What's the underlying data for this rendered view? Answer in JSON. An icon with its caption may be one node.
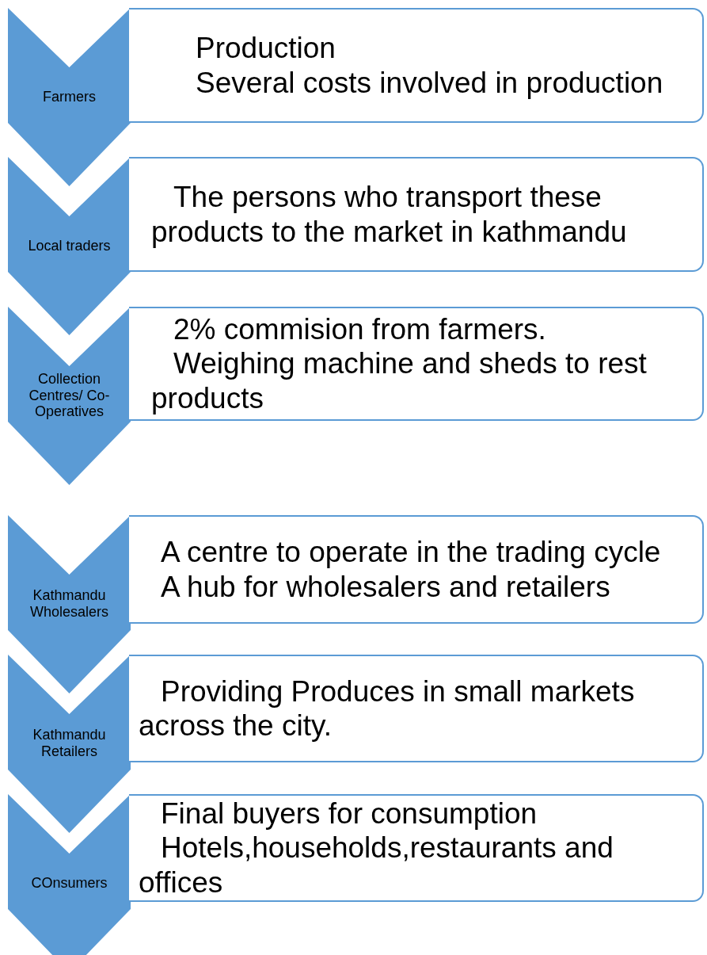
{
  "diagram": {
    "nodes": [
      {
        "text": [
          "Farmers"
        ]
      },
      {
        "text": [
          "Production",
          "Several costs involved in production"
        ]
      },
      {
        "text": [
          "Local traders"
        ]
      },
      {
        "text": [
          "The persons who transport these products to the market in kathmandu"
        ]
      },
      {
        "text": [
          "Collection Centres/ Co-Operatives"
        ]
      },
      {
        "text": [
          "2% commision from farmers.",
          "Weighing machine and sheds to rest products"
        ]
      },
      {
        "text": [
          "Kathmandu Wholesalers"
        ]
      },
      {
        "text": [
          "A centre to operate in the trading cycle",
          "A hub for wholesalers and retailers"
        ]
      },
      {
        "text": [
          "Kathmandu Retailers"
        ]
      },
      {
        "text": [
          "Providing Produces in small markets across the city."
        ]
      },
      {
        "text": [
          "COnsumers"
        ]
      },
      {
        "text": [
          "Final buyers for consumption",
          "Hotels,households,restaurants and offices"
        ]
      }
    ]
  }
}
